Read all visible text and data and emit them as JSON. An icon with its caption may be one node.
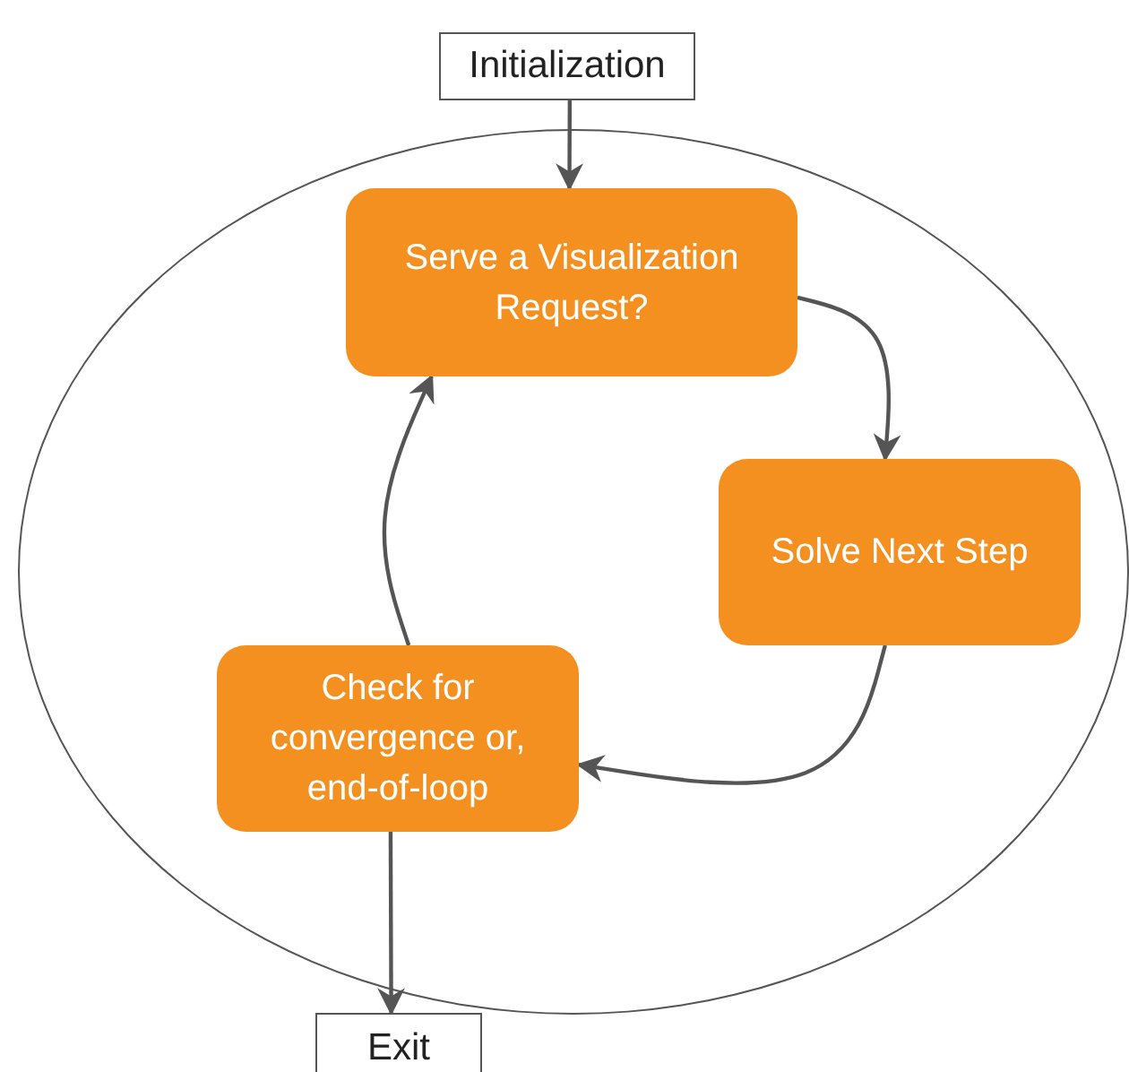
{
  "diagram": {
    "nodes": [
      {
        "text": [
          "Initialization"
        ]
      },
      {
        "text": [],
        "shape": "ellipse"
      },
      {
        "text": [
          "Serve a Visualization Request?"
        ],
        "in": 1
      },
      {
        "text": [
          "Solve Next Step"
        ],
        "in": 1
      },
      {
        "text": [
          "Check for convergence or, end-of-loop"
        ],
        "in": 1
      },
      {
        "text": [
          "Exit"
        ]
      }
    ],
    "edges": [
      {
        "from": 0,
        "to": 2,
        "arrow": "to"
      },
      {
        "from": 2,
        "to": 3,
        "arrow": "to"
      },
      {
        "from": 3,
        "to": 4,
        "arrow": "to"
      },
      {
        "from": 4,
        "to": 2,
        "arrow": "to"
      },
      {
        "from": 4,
        "to": 5,
        "arrow": "to"
      }
    ]
  }
}
